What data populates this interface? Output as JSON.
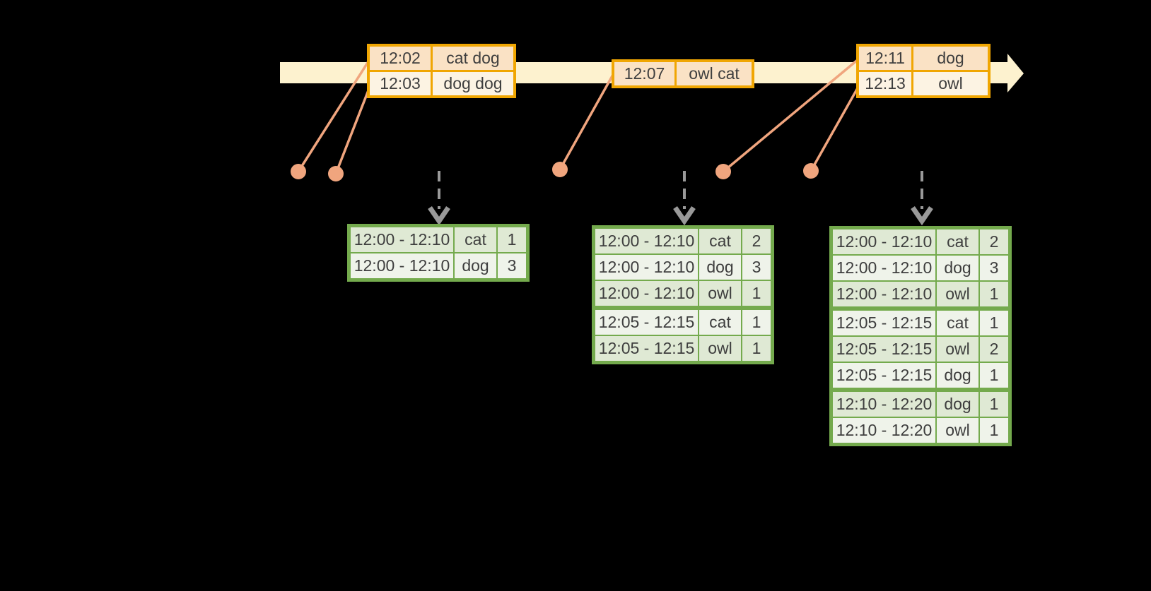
{
  "colors": {
    "background": "#000000",
    "timeline_band": "#FDF2CF",
    "event_table_border": "#F0A602",
    "event_row_fill_dark": "#FAE2C5",
    "event_row_fill_light": "#FCF3E3",
    "event_dot_and_line": "#F0A57E",
    "trigger_arrow": "#999999",
    "result_table_border": "#74AA4D",
    "result_row_fill_dark": "#DFE9D4",
    "result_row_fill_light": "#EFF3EA",
    "text": "#3E3E3E"
  },
  "event_tables": [
    {
      "rows": [
        {
          "time": "12:02",
          "words": "cat dog"
        },
        {
          "time": "12:03",
          "words": "dog dog"
        }
      ]
    },
    {
      "rows": [
        {
          "time": "12:07",
          "words": "owl cat"
        }
      ]
    },
    {
      "rows": [
        {
          "time": "12:11",
          "words": "dog"
        },
        {
          "time": "12:13",
          "words": "owl"
        }
      ]
    }
  ],
  "result_tables": [
    {
      "rows": [
        {
          "window": "12:00 - 12:10",
          "word": "cat",
          "count": "1"
        },
        {
          "window": "12:00 - 12:10",
          "word": "dog",
          "count": "3"
        }
      ]
    },
    {
      "rows": [
        {
          "window": "12:00 - 12:10",
          "word": "cat",
          "count": "2"
        },
        {
          "window": "12:00 - 12:10",
          "word": "dog",
          "count": "3"
        },
        {
          "window": "12:00 - 12:10",
          "word": "owl",
          "count": "1"
        },
        {
          "window": "12:05 - 12:15",
          "word": "cat",
          "count": "1"
        },
        {
          "window": "12:05 - 12:15",
          "word": "owl",
          "count": "1"
        }
      ]
    },
    {
      "rows": [
        {
          "window": "12:00 - 12:10",
          "word": "cat",
          "count": "2"
        },
        {
          "window": "12:00 - 12:10",
          "word": "dog",
          "count": "3"
        },
        {
          "window": "12:00 - 12:10",
          "word": "owl",
          "count": "1"
        },
        {
          "window": "12:05 - 12:15",
          "word": "cat",
          "count": "1"
        },
        {
          "window": "12:05 - 12:15",
          "word": "owl",
          "count": "2"
        },
        {
          "window": "12:05 - 12:15",
          "word": "dog",
          "count": "1"
        },
        {
          "window": "12:10 - 12:20",
          "word": "dog",
          "count": "1"
        },
        {
          "window": "12:10 - 12:20",
          "word": "owl",
          "count": "1"
        }
      ]
    }
  ]
}
